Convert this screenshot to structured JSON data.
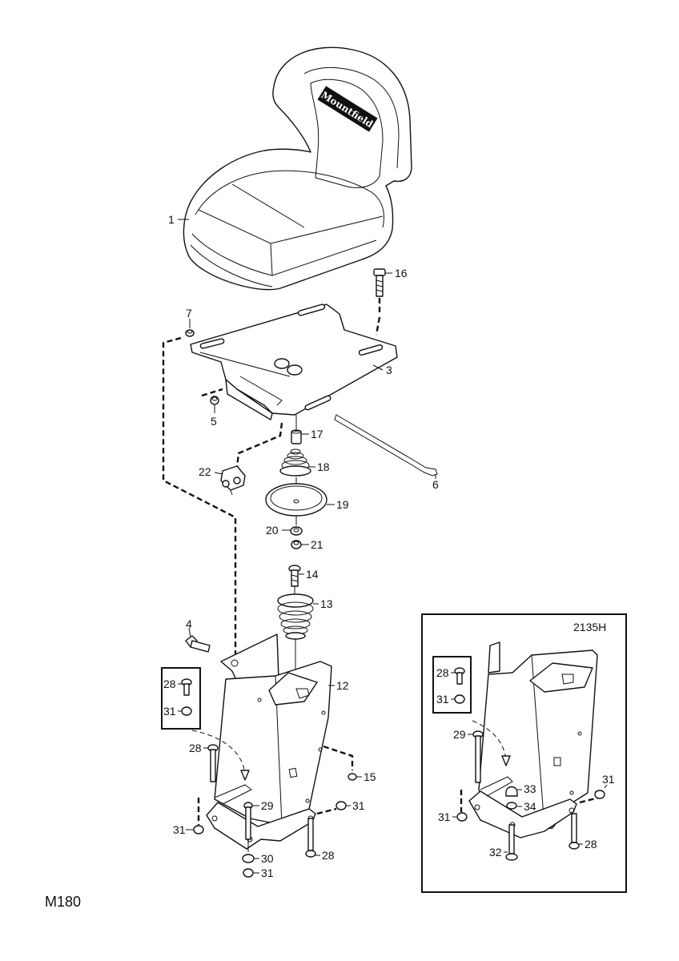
{
  "diagram": {
    "drawing_code": "M180",
    "inset_code": "2135H",
    "brand_text": "Mountfield",
    "callouts": {
      "c1": "1",
      "c16": "16",
      "c7": "7",
      "c3": "3",
      "c5": "5",
      "c17": "17",
      "c22": "22",
      "c18": "18",
      "c6": "6",
      "c19": "19",
      "c20": "20",
      "c21": "21",
      "c14": "14",
      "c13": "13",
      "c4": "4",
      "c12": "12",
      "c28a": "28",
      "c31a": "31",
      "c28b": "28",
      "c15": "15",
      "c29": "29",
      "c31b": "31",
      "c31c": "31",
      "c30": "30",
      "c28c": "28",
      "c31d": "31"
    },
    "inset_callouts": {
      "c28": "28",
      "c31": "31",
      "c29": "29",
      "c31r": "31",
      "c33": "33",
      "c34": "34",
      "c31l": "31",
      "c32": "32",
      "c28b": "28"
    }
  }
}
